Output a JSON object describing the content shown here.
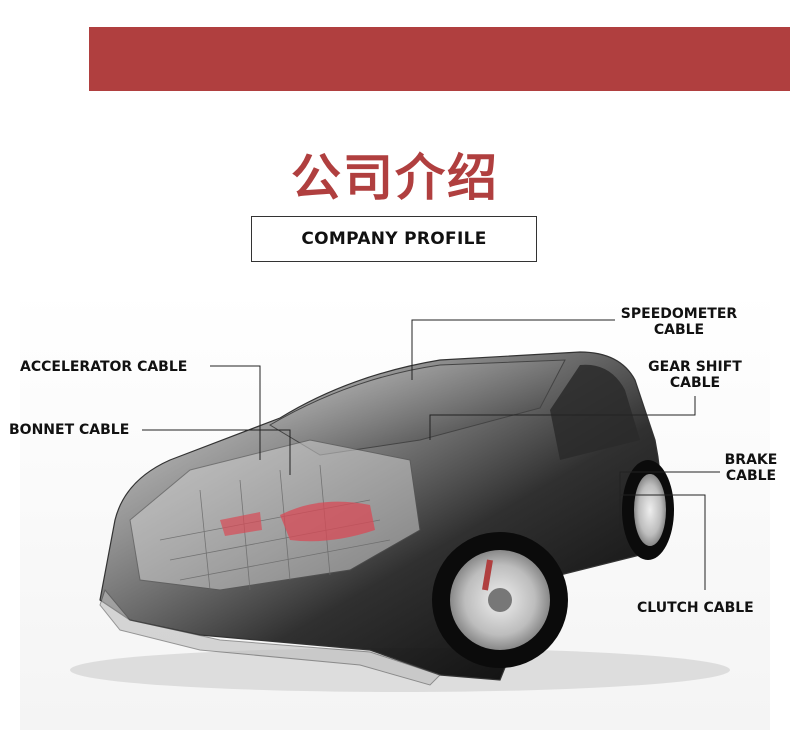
{
  "header": {
    "title_cn": "公司介绍",
    "title_en": "COMPANY PROFILE",
    "banner_color": "#b03f3f"
  },
  "diagram": {
    "subject": "car-xray-icon",
    "labels": {
      "accelerator": "ACCELERATOR CABLE",
      "bonnet": "BONNET CABLE",
      "speedometer_1": "SPEEDOMETER",
      "speedometer_2": "CABLE",
      "gear_1": "GEAR SHIFT",
      "gear_2": "CABLE",
      "brake_1": "BRAKE",
      "brake_2": "CABLE",
      "clutch": "CLUTCH CABLE"
    }
  }
}
